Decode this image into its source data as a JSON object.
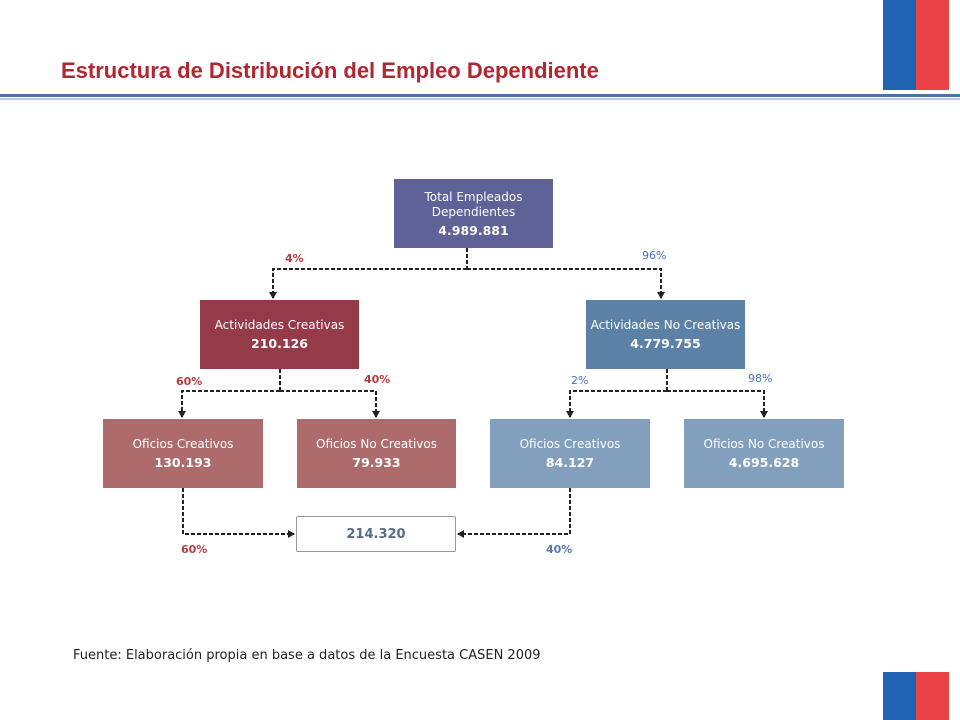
{
  "title": "Estructura de Distribución del Empleo Dependiente",
  "colors": {
    "title": "#b2262f",
    "total": "#5e6297",
    "actividades_creativas": "#943a48",
    "actividades_no_creativas": "#5b82a6",
    "oficios_from_creativas": "#ad6b6c",
    "oficios_from_no_creativas": "#839fbe",
    "flag_blue": "#1f63b3",
    "flag_red": "#ea4246"
  },
  "nodes": {
    "total": {
      "label": "Total Empleados Dependientes",
      "value": "4.989.881"
    },
    "actividades_creativas": {
      "label": "Actividades Creativas",
      "value": "210.126"
    },
    "actividades_no_creativas": {
      "label": "Actividades No Creativas",
      "value": "4.779.755"
    },
    "oficios_creativos_1": {
      "label": "Oficios Creativos",
      "value": "130.193"
    },
    "oficios_no_creativos_1": {
      "label": "Oficios No Creativos",
      "value": "79.933"
    },
    "oficios_creativos_2": {
      "label": "Oficios Creativos",
      "value": "84.127"
    },
    "oficios_no_creativos_2": {
      "label": "Oficios No Creativos",
      "value": "4.695.628"
    },
    "suma": {
      "value": "214.320"
    }
  },
  "percentages": {
    "total_to_creativas": "4%",
    "total_to_no_creativas": "96%",
    "creativas_to_oficios_creativos": "60%",
    "creativas_to_oficios_no_creativos": "40%",
    "no_creativas_to_oficios_creativos": "2%",
    "no_creativas_to_oficios_no_creativos": "98%",
    "oficios_creativos_1_to_suma": "60%",
    "oficios_creativos_2_to_suma": "40%"
  },
  "source": "Fuente: Elaboración propia en base a datos de la Encuesta CASEN 2009"
}
